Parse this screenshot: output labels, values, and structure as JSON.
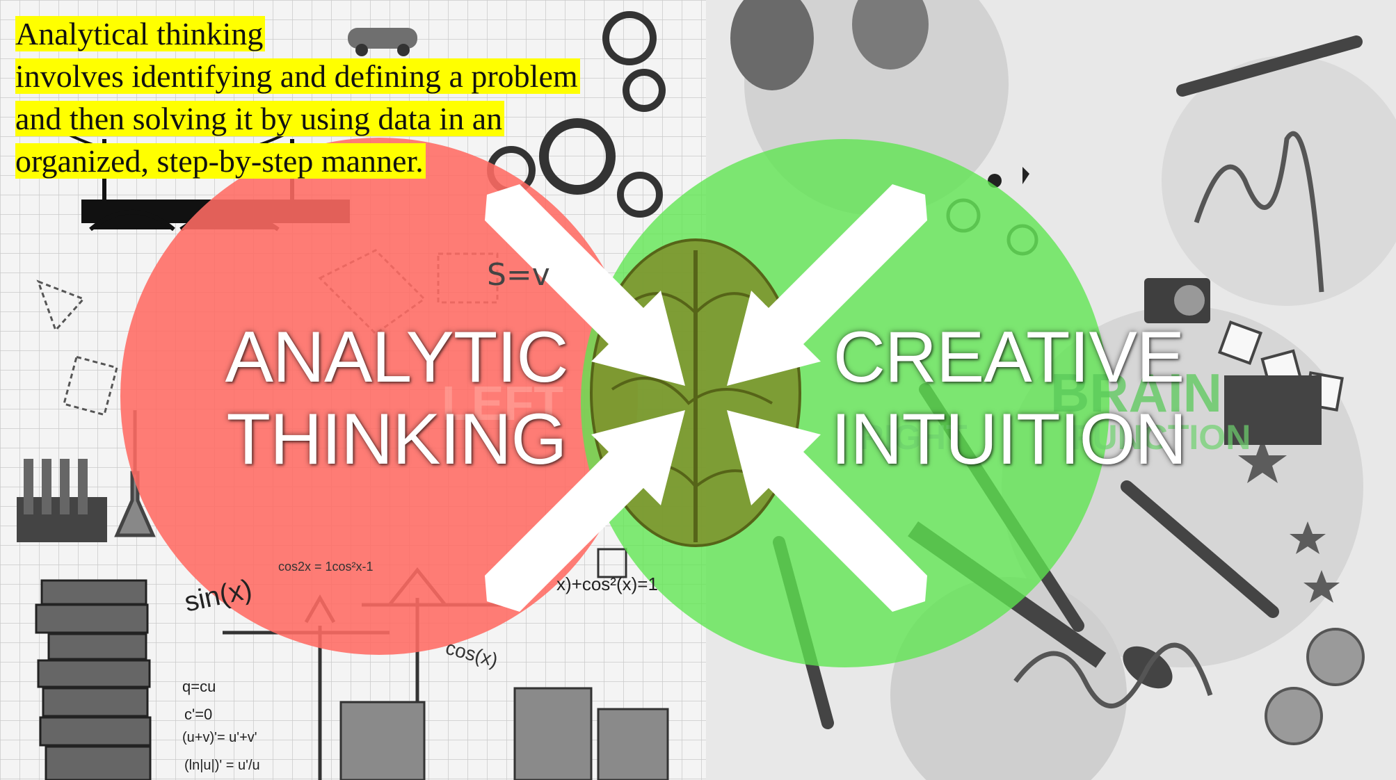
{
  "caption": {
    "lines": [
      "Analytical thinking",
      "involves identifying and defining a problem",
      "and then solving it by using data in an",
      "organized, step-by-step manner."
    ],
    "highlight_color": "#ffff00"
  },
  "left_circle": {
    "label_line1": "ANALYTIC",
    "label_line2": "THINKING",
    "color": "#ff6b63",
    "background_word": "LEFT"
  },
  "right_circle": {
    "label_line1": "CREATIVE",
    "label_line2": "INTUITION",
    "color": "#66e85a",
    "background_words": [
      "BRAIN",
      "RIGHT",
      "FUNCTION"
    ]
  },
  "math_scribbles": [
    "S=v",
    "sin(x)",
    "cos2x = 1cos²x-1",
    "x)+cos²(x)=1",
    "cos(x)",
    "q=cu",
    "c'=0",
    "(u+v)'= u'+v'",
    "(ln|u|)' = u'/u"
  ],
  "arrows": {
    "count": 4,
    "color": "#ffffff",
    "direction": "inward"
  },
  "icons": [
    "gear-icon",
    "bridge-icon",
    "car-icon",
    "brain-icon",
    "pencil-icon",
    "camera-icon",
    "lightbulb-icon",
    "guitar-icon",
    "music-note-icon",
    "smiley-icon",
    "sad-face-icon",
    "theater-mask-icon",
    "star-icon",
    "flask-icon",
    "books-icon",
    "crane-icon",
    "building-icon",
    "test-tubes-icon"
  ]
}
